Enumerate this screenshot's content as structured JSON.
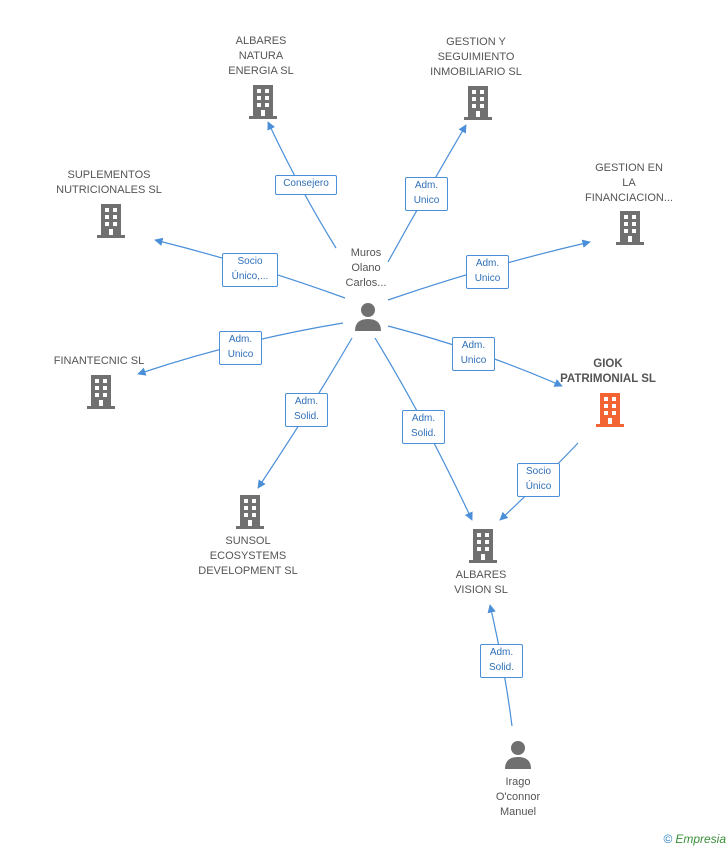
{
  "colors": {
    "edge": "#4a8fd8",
    "company": "#707070",
    "highlight": "#f26433",
    "person": "#707070"
  },
  "center_person": {
    "label": "Muros\nOlano\nCarlos...",
    "icon": "person-icon"
  },
  "second_person": {
    "label": "Irago\nO'connor\nManuel",
    "icon": "person-icon"
  },
  "companies": [
    {
      "id": "albares_natura",
      "label": "ALBARES\nNATURA\nENERGIA SL",
      "icon": "building-icon"
    },
    {
      "id": "gestion_seguimiento",
      "label": "GESTION Y\nSEGUIMIENTO\nINMOBILIARIO SL",
      "icon": "building-icon"
    },
    {
      "id": "suplementos",
      "label": "SUPLEMENTOS\nNUTRICIONALES SL",
      "icon": "building-icon"
    },
    {
      "id": "gestion_financiacion",
      "label": "GESTION EN\nLA\nFINANCIACION...",
      "icon": "building-icon"
    },
    {
      "id": "finantecnic",
      "label": "FINANTECNIC SL",
      "icon": "building-icon"
    },
    {
      "id": "giok",
      "label": "GIOK\nPATRIMONIAL SL",
      "icon": "building-icon",
      "highlight": true
    },
    {
      "id": "sunsol",
      "label": "SUNSOL\nECOSYSTEMS\nDEVELOPMENT SL",
      "icon": "building-icon"
    },
    {
      "id": "albares_vision",
      "label": "ALBARES\nVISION SL",
      "icon": "building-icon"
    }
  ],
  "relations": [
    {
      "id": "r1",
      "label": "Consejero"
    },
    {
      "id": "r2",
      "label": "Adm.\nUnico"
    },
    {
      "id": "r3",
      "label": "Socio\nÚnico,..."
    },
    {
      "id": "r4",
      "label": "Adm.\nUnico"
    },
    {
      "id": "r5",
      "label": "Adm.\nUnico"
    },
    {
      "id": "r6",
      "label": "Adm.\nUnico"
    },
    {
      "id": "r7",
      "label": "Adm.\nSolid."
    },
    {
      "id": "r8",
      "label": "Adm.\nSolid."
    },
    {
      "id": "r9",
      "label": "Socio\nÚnico"
    },
    {
      "id": "r10",
      "label": "Adm.\nSolid."
    }
  ],
  "watermark": {
    "copyright": "©",
    "brand": "Empresia"
  }
}
